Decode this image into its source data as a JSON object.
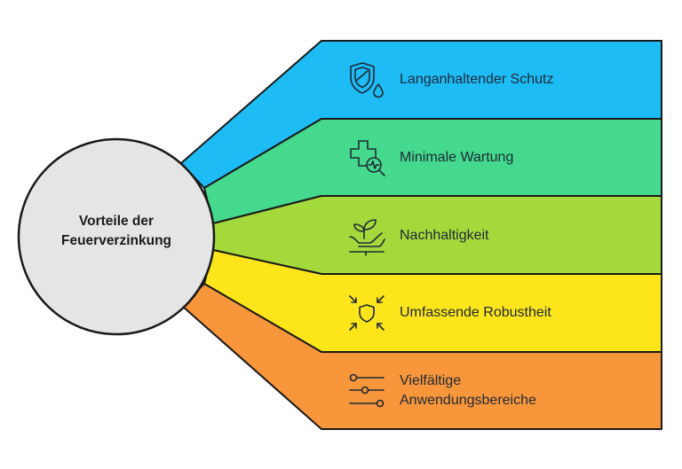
{
  "center": {
    "title_line1": "Vorteile der",
    "title_line2": "Feuerverzinkung"
  },
  "benefits": [
    {
      "label": "Langanhaltender Schutz",
      "color": "#1ebcf5",
      "icon": "shield-water-drop-icon"
    },
    {
      "label": "Minimale Wartung",
      "color": "#44d98c",
      "icon": "medical-cross-magnifier-icon"
    },
    {
      "label": "Nachhaltigkeit",
      "color": "#a4d93c",
      "icon": "sprout-hand-icon"
    },
    {
      "label": "Umfassende Robustheit",
      "color": "#fce51b",
      "icon": "shield-arrows-inward-icon"
    },
    {
      "label_line1": "Vielfältige",
      "label_line2": "Anwendungsbereiche",
      "color": "#f7963a",
      "icon": "sliders-icon"
    }
  ],
  "colors": {
    "circle_fill": "#e5e5e5",
    "outline": "#1a1a1a"
  }
}
